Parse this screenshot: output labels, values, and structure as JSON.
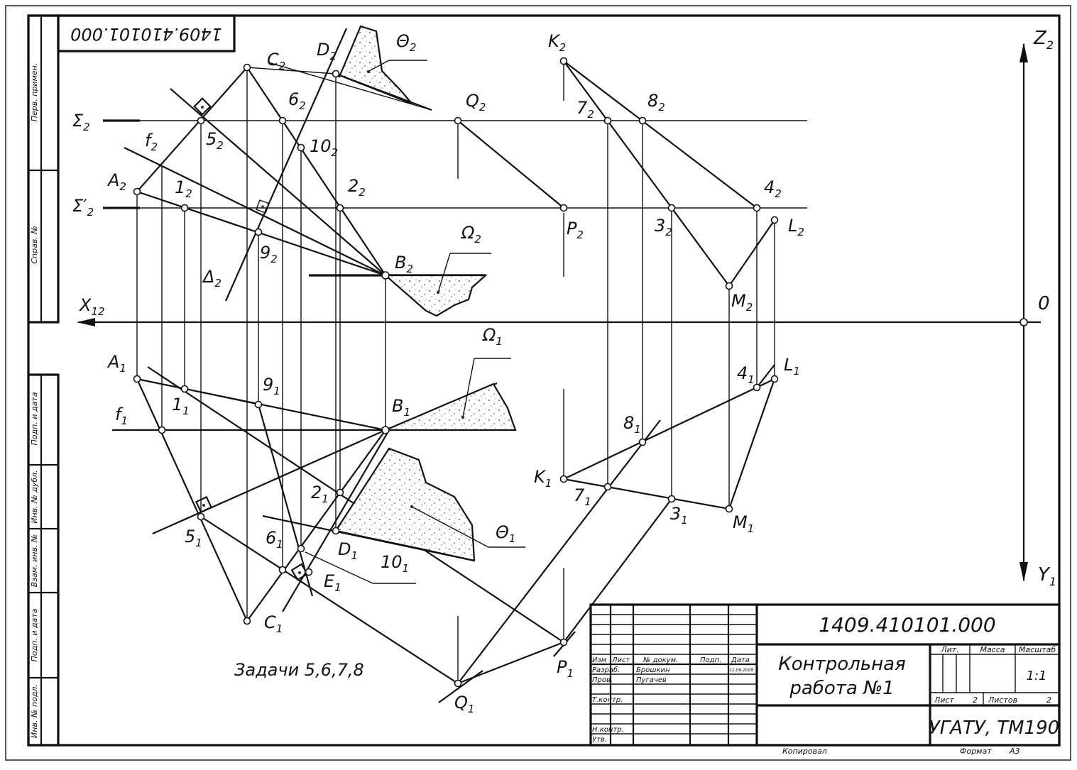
{
  "drawing": {
    "code": "1409.410101.000",
    "tasks_caption": "Задачи 5,6,7,8"
  },
  "axes": {
    "x": "X",
    "x_sub": "12",
    "z": "Z",
    "z_sub": "2",
    "y": "Y",
    "y_sub": "1",
    "origin": "0"
  },
  "points": [
    {
      "id": "A2",
      "t": "A",
      "s": "2"
    },
    {
      "id": "A1",
      "t": "A",
      "s": "1"
    },
    {
      "id": "B2",
      "t": "B",
      "s": "2"
    },
    {
      "id": "B1",
      "t": "B",
      "s": "1"
    },
    {
      "id": "C2",
      "t": "C",
      "s": "2"
    },
    {
      "id": "C1",
      "t": "C",
      "s": "1"
    },
    {
      "id": "D2",
      "t": "D",
      "s": "2"
    },
    {
      "id": "D1",
      "t": "D",
      "s": "1"
    },
    {
      "id": "E1",
      "t": "E",
      "s": "1"
    },
    {
      "id": "K2",
      "t": "K",
      "s": "2"
    },
    {
      "id": "K1",
      "t": "K",
      "s": "1"
    },
    {
      "id": "L2",
      "t": "L",
      "s": "2"
    },
    {
      "id": "L1",
      "t": "L",
      "s": "1"
    },
    {
      "id": "M2",
      "t": "M",
      "s": "2"
    },
    {
      "id": "M1",
      "t": "M",
      "s": "1"
    },
    {
      "id": "P2",
      "t": "P",
      "s": "2"
    },
    {
      "id": "P1",
      "t": "P",
      "s": "1"
    },
    {
      "id": "Q2",
      "t": "Q",
      "s": "2"
    },
    {
      "id": "Q1",
      "t": "Q",
      "s": "1"
    },
    {
      "id": "n1_2",
      "t": "1",
      "s": "2"
    },
    {
      "id": "n1_1",
      "t": "1",
      "s": "1"
    },
    {
      "id": "n2_2",
      "t": "2",
      "s": "2"
    },
    {
      "id": "n2_1",
      "t": "2",
      "s": "1"
    },
    {
      "id": "n3_2",
      "t": "3",
      "s": "2"
    },
    {
      "id": "n3_1",
      "t": "3",
      "s": "1"
    },
    {
      "id": "n4_2",
      "t": "4",
      "s": "2"
    },
    {
      "id": "n4_1",
      "t": "4",
      "s": "1"
    },
    {
      "id": "n5_2",
      "t": "5",
      "s": "2"
    },
    {
      "id": "n5_1",
      "t": "5",
      "s": "1"
    },
    {
      "id": "n6_2",
      "t": "6",
      "s": "2"
    },
    {
      "id": "n6_1",
      "t": "6",
      "s": "1"
    },
    {
      "id": "n7_2",
      "t": "7",
      "s": "2"
    },
    {
      "id": "n7_1",
      "t": "7",
      "s": "1"
    },
    {
      "id": "n8_2",
      "t": "8",
      "s": "2"
    },
    {
      "id": "n8_1",
      "t": "8",
      "s": "1"
    },
    {
      "id": "n9_2",
      "t": "9",
      "s": "2"
    },
    {
      "id": "n9_1",
      "t": "9",
      "s": "1"
    },
    {
      "id": "n10_2",
      "t": "10",
      "s": "2"
    },
    {
      "id": "n10_1",
      "t": "10",
      "s": "1"
    },
    {
      "id": "f2",
      "t": "f",
      "s": "2"
    },
    {
      "id": "f1",
      "t": "f",
      "s": "1"
    },
    {
      "id": "Sigma2",
      "t": "Σ",
      "s": "2"
    },
    {
      "id": "Sigma2p",
      "t": "Σ′",
      "s": "2"
    },
    {
      "id": "Delta2",
      "t": "Δ",
      "s": "2"
    },
    {
      "id": "Theta2",
      "t": "Θ",
      "s": "2"
    },
    {
      "id": "Theta1",
      "t": "Θ",
      "s": "1"
    },
    {
      "id": "Omega2",
      "t": "Ω",
      "s": "2"
    },
    {
      "id": "Omega1",
      "t": "Ω",
      "s": "1"
    }
  ],
  "side_stamps": [
    "Перв. примен.",
    "Справ. №",
    "Подп. и дата",
    "Инв. № дубл.",
    "Взам. инв. №",
    "Подп. и дата",
    "Инв. № подл."
  ],
  "title_block": {
    "code": "1409.410101.000",
    "name_line1": "Контрольная",
    "name_line2": "работа №1",
    "organization": "УГАТУ, ТМ190",
    "scale": "1:1",
    "col_lit": "Лит.",
    "col_mass": "Масса",
    "col_scale": "Масштаб",
    "sheet_label": "Лист",
    "sheet_no": "2",
    "sheets_label": "Листов",
    "sheets_no": "2",
    "hdr_izm": "Изм",
    "hdr_list": "Лист",
    "hdr_doc": "№ докум.",
    "hdr_sign": "Подп.",
    "hdr_date": "Дата",
    "role_develop": "Разраб.",
    "name_develop": "Брошкин",
    "date_develop": "11.06.2009",
    "role_check": "Пров.",
    "name_check": "Пугачев",
    "role_tcontrol": "Т.контр.",
    "role_ncontrol": "Н.контр.",
    "role_approve": "Утв."
  },
  "footer": {
    "copied": "Копировал",
    "format_label": "Формат",
    "format": "А3"
  }
}
